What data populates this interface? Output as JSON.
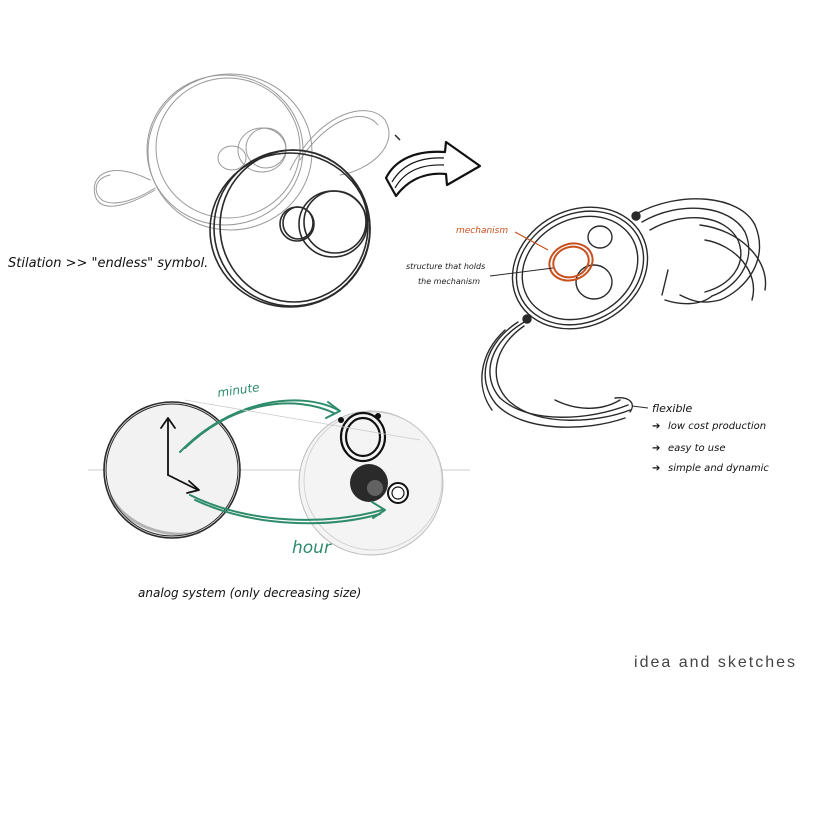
{
  "caption": "idea and sketches",
  "stylization_note": "Stilation >> \"endless\" symbol.",
  "mechanism_label": "mechanism",
  "structure_label_line1": "structure that holds",
  "structure_label_line2": "the mechanism",
  "flexible_label": "flexible",
  "features": [
    "low cost production",
    "easy to use",
    "simple and dynamic"
  ],
  "minute_label": "minute",
  "hour_label": "hour",
  "analog_label": "analog system (only decreasing size)",
  "colors": {
    "pencil": "#333333",
    "accent_orange": "#c8501e",
    "accent_green": "#2e8c6a",
    "background": "#ffffff"
  }
}
